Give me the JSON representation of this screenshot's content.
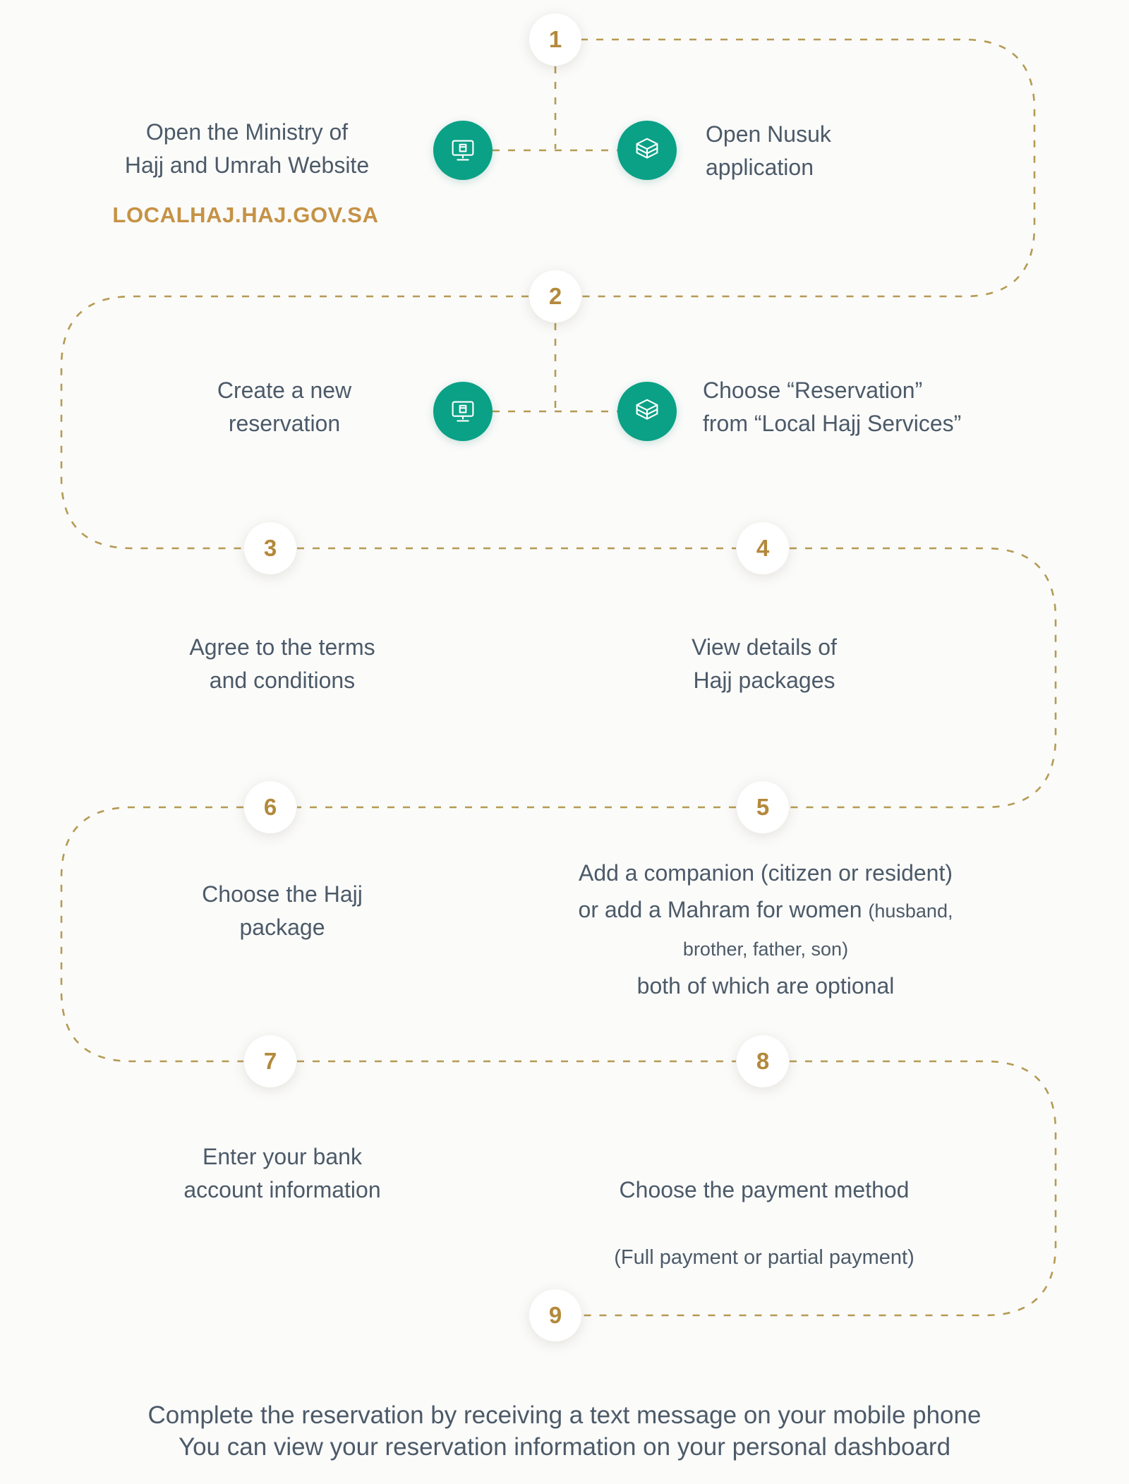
{
  "title": "Local Hajj reservation steps infographic",
  "colors": {
    "gold_number": "#b3893b",
    "gold_dashed_line": "#b59a52",
    "gold_url": "#c59245",
    "teal_icon": "#0aa186",
    "text": "#4c5a68",
    "background": "#fbfbfa",
    "circle_background": "#ffffff"
  },
  "icons": {
    "website": "monitor-with-kaaba-icon",
    "app": "kaaba-layers-icon"
  },
  "steps": {
    "s1": {
      "number": "1",
      "website_text": "Open the Ministry of\nHajj and Umrah Website",
      "website_url": "LOCALHAJ.HAJ.GOV.SA",
      "app_text": "Open Nusuk\napplication"
    },
    "s2": {
      "number": "2",
      "website_text": "Create a new\nreservation",
      "app_text": "Choose “Reservation”\nfrom “Local Hajj Services”"
    },
    "s3": {
      "number": "3",
      "text": "Agree to the terms\nand conditions"
    },
    "s4": {
      "number": "4",
      "text": "View details of\nHajj packages"
    },
    "s5": {
      "number": "5",
      "line1": "Add a companion (citizen or resident)",
      "line2": "or add a Mahram for women",
      "line2_small": "(husband,",
      "line3_small": "brother, father, son)",
      "line4": "both of which are optional"
    },
    "s6": {
      "number": "6",
      "text": "Choose the Hajj\npackage"
    },
    "s7": {
      "number": "7",
      "text": "Enter your bank\naccount information"
    },
    "s8": {
      "number": "8",
      "text": "Choose the payment method",
      "subtext": "(Full payment or partial payment)"
    },
    "s9": {
      "number": "9",
      "text": "Complete the reservation by receiving a text message on your mobile phone\nYou can view your reservation information on your personal dashboard"
    }
  }
}
